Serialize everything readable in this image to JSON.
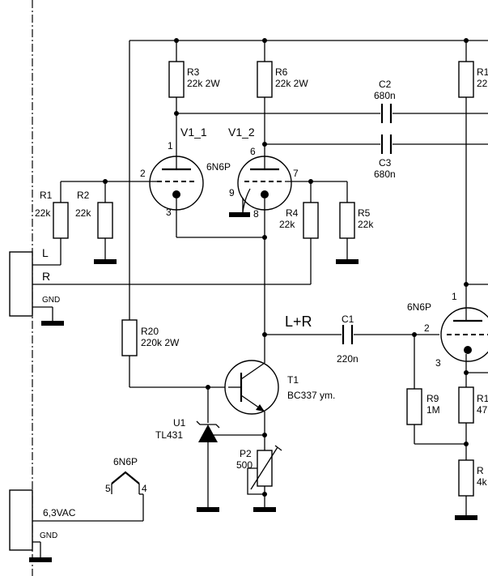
{
  "components": {
    "r1": {
      "name": "R1",
      "value": "22k"
    },
    "r2": {
      "name": "R2",
      "value": "22k"
    },
    "r3": {
      "name": "R3",
      "value": "22k 2W"
    },
    "r4": {
      "name": "R4",
      "value": "22k"
    },
    "r5": {
      "name": "R5",
      "value": "22k"
    },
    "r6": {
      "name": "R6",
      "value": "22k 2W"
    },
    "r9": {
      "name": "R9",
      "value": "1M"
    },
    "r20": {
      "name": "R20",
      "value": "220k 2W"
    },
    "r_right_top": {
      "name": "R1",
      "value": "22"
    },
    "r_right_mid": {
      "name": "R1",
      "value": "47"
    },
    "r_right_bot": {
      "name": "R",
      "value": "4k"
    },
    "c1": {
      "name": "C1",
      "value": "220n"
    },
    "c2": {
      "name": "C2",
      "value": "680n"
    },
    "c3": {
      "name": "C3",
      "value": "680n"
    },
    "t1": {
      "name": "T1",
      "value": "BC337 ym."
    },
    "u1": {
      "name": "U1",
      "value": "TL431"
    },
    "p2": {
      "name": "P2",
      "value": "500"
    },
    "v1_1": {
      "name": "V1_1"
    },
    "v1_2": {
      "name": "V1_2"
    },
    "tube_type_main": "6N6P",
    "tube_type_right": "6N6P",
    "heater_tube": "6N6P"
  },
  "pins": {
    "v1_1_plate": "1",
    "v1_1_grid": "2",
    "v1_1_cathode": "3",
    "v1_2_plate": "6",
    "v1_2_grid": "7",
    "v1_2_cathode": "8",
    "v1_2_heater": "9",
    "right_plate": "1",
    "right_grid": "2",
    "right_cathode": "3",
    "heater_pin_a": "5",
    "heater_pin_b": "4"
  },
  "nets": {
    "input_left": "L",
    "input_right": "R",
    "ground": "GND",
    "mix": "L+R",
    "heater_supply": "6,3VAC",
    "ground_bottom": "GND"
  }
}
